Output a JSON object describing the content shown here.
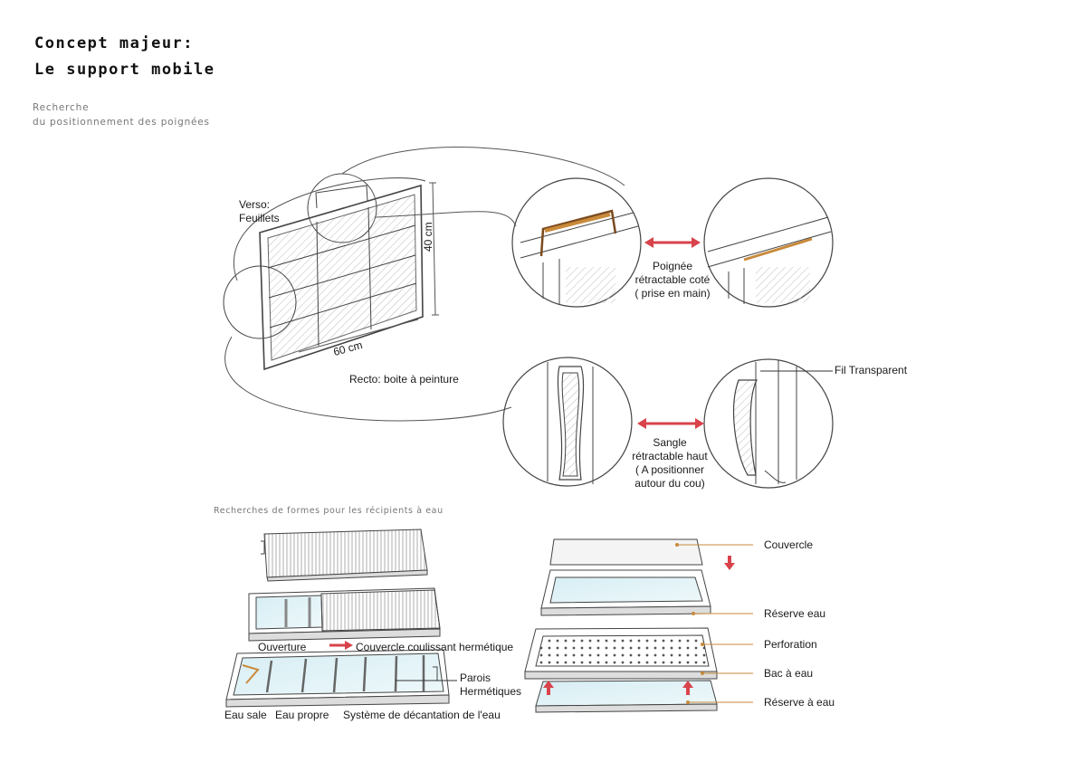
{
  "header": {
    "title_line1": "Concept majeur:",
    "title_line2": "Le support mobile",
    "subtitle_line1": "Recherche",
    "subtitle_line2": "du positionnement des poignées"
  },
  "top": {
    "verso_line1": "Verso:",
    "verso_line2": "Feuillets",
    "dim_height": "40 cm",
    "dim_width": "60 cm",
    "recto": "Recto: boite à peinture",
    "poignee_line1": "Poignée",
    "poignee_line2": "rétractable coté",
    "poignee_line3": "( prise en main)",
    "fil": "Fil Transparent",
    "sangle_line1": "Sangle",
    "sangle_line2": "rétractable haut",
    "sangle_line3": "( A positionner",
    "sangle_line4": "autour du cou)"
  },
  "bottom": {
    "section_title": "Recherches de formes pour les récipients à eau",
    "ouverture": "Ouverture",
    "couvercle_coulissant": "Couvercle coulissant hermétique",
    "parois_line1": "Parois",
    "parois_line2": "Hermétiques",
    "eau_sale": "Eau sale",
    "eau_propre": "Eau propre",
    "decantation": "Système de décantation de l'eau",
    "couvercle": "Couvercle",
    "reserve_eau": "Réserve eau",
    "perforation": "Perforation",
    "bac_eau": "Bac à eau",
    "reserve_a_eau": "Réserve à eau"
  },
  "colors": {
    "accent_red": "#d9434b",
    "leader_orange": "#c98a3a",
    "line": "#444444"
  }
}
